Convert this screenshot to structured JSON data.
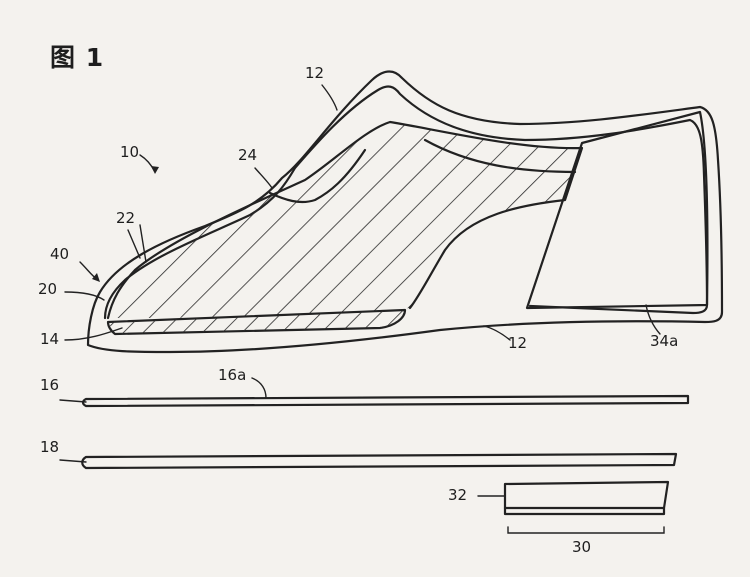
{
  "figure": {
    "title": "图 1",
    "labels": {
      "assembly": "10",
      "upper_top": "12",
      "upper_bottom": "12",
      "shank": "14",
      "midsole": "16",
      "midsole_top": "16a",
      "outsole": "18",
      "toe_region": "20",
      "stitching": "22",
      "collar": "24",
      "heel_unit": "30",
      "heel_wedge": "32",
      "heel_counter": "34a",
      "toe_cap": "40"
    }
  },
  "colors": {
    "background": "#f4f2ee",
    "ink": "#222222"
  }
}
